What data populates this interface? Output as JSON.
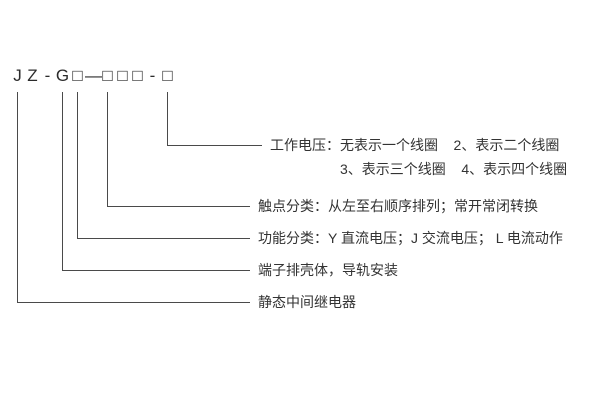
{
  "page": {
    "background": "#ffffff",
    "line_color": "#4a4a4a",
    "text_color": "#333333"
  },
  "model_code": {
    "chars": [
      "J",
      "Z",
      "-",
      "G",
      "□",
      "—",
      "□",
      "□",
      "□",
      "-",
      "□"
    ]
  },
  "callouts": {
    "working_voltage": {
      "line1": "工作电压：无表示一个线圈    2、表示二个线圈",
      "line2": "3、表示三个线圈    4、表示四个线圈"
    },
    "contact_class": {
      "text": "触点分类：从左至右顺序排列；常开常闭转换"
    },
    "function_class": {
      "text": "功能分类：Y 直流电压；J 交流电压； L 电流动作"
    },
    "housing": {
      "text": "端子排壳体，导轨安装"
    },
    "relay_type": {
      "text": "静态中间继电器"
    }
  }
}
